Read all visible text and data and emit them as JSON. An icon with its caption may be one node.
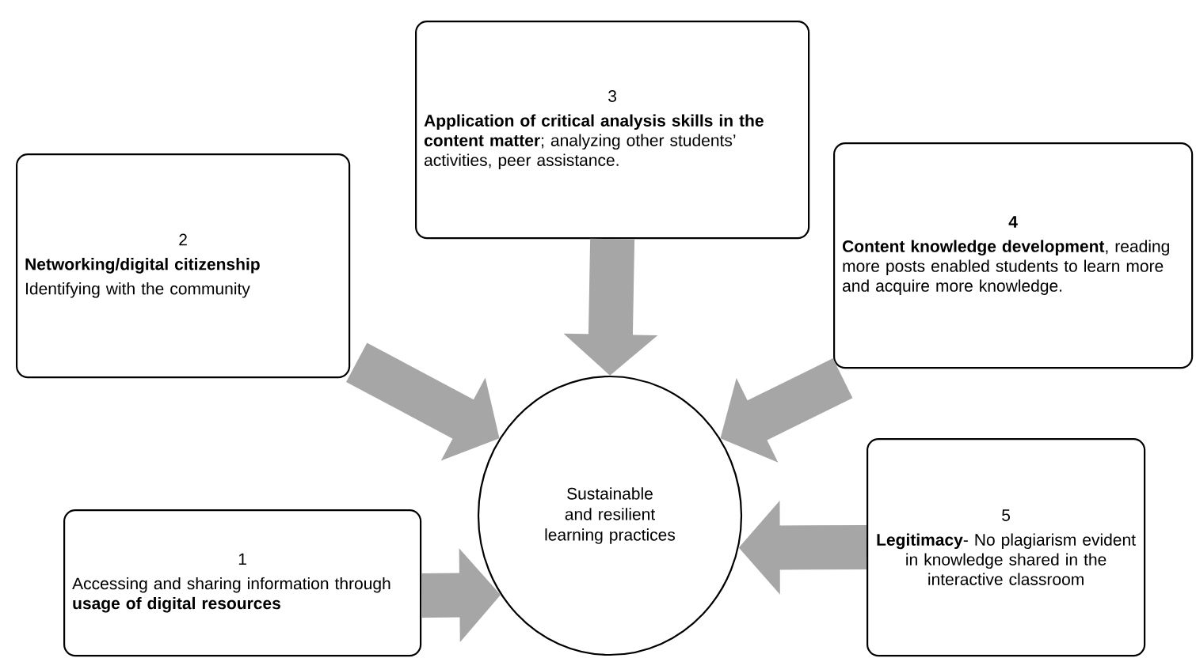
{
  "diagram": {
    "nodes": [
      {
        "text": [
          "Sustainable and resilient learning practices"
        ]
      },
      {
        "text": [
          "1",
          "Accessing and sharing information through **usage of digital resources**"
        ]
      },
      {
        "text": [
          "2",
          "Networking/digital citizenship",
          "Identifying with the community"
        ]
      },
      {
        "text": [
          "3",
          "**Application of critical analysis skills in the content matter**; analyzing other students’ activities, peer assistance."
        ]
      },
      {
        "text": [
          "4",
          "**Content knowledge development**, reading more posts enabled students to learn more and acquire more knowledge."
        ]
      },
      {
        "text": [
          "5",
          "**Legitimacy**- No plagiarism evident in knowledge shared in the interactive classroom"
        ]
      }
    ],
    "edges": [
      {
        "from": 1,
        "to": 0,
        "arrow": "to"
      },
      {
        "from": 2,
        "to": 0,
        "arrow": "to"
      },
      {
        "from": 3,
        "to": 0,
        "arrow": "to"
      },
      {
        "from": 4,
        "to": 0,
        "arrow": "to"
      },
      {
        "from": 5,
        "to": 0,
        "arrow": "to"
      }
    ]
  }
}
